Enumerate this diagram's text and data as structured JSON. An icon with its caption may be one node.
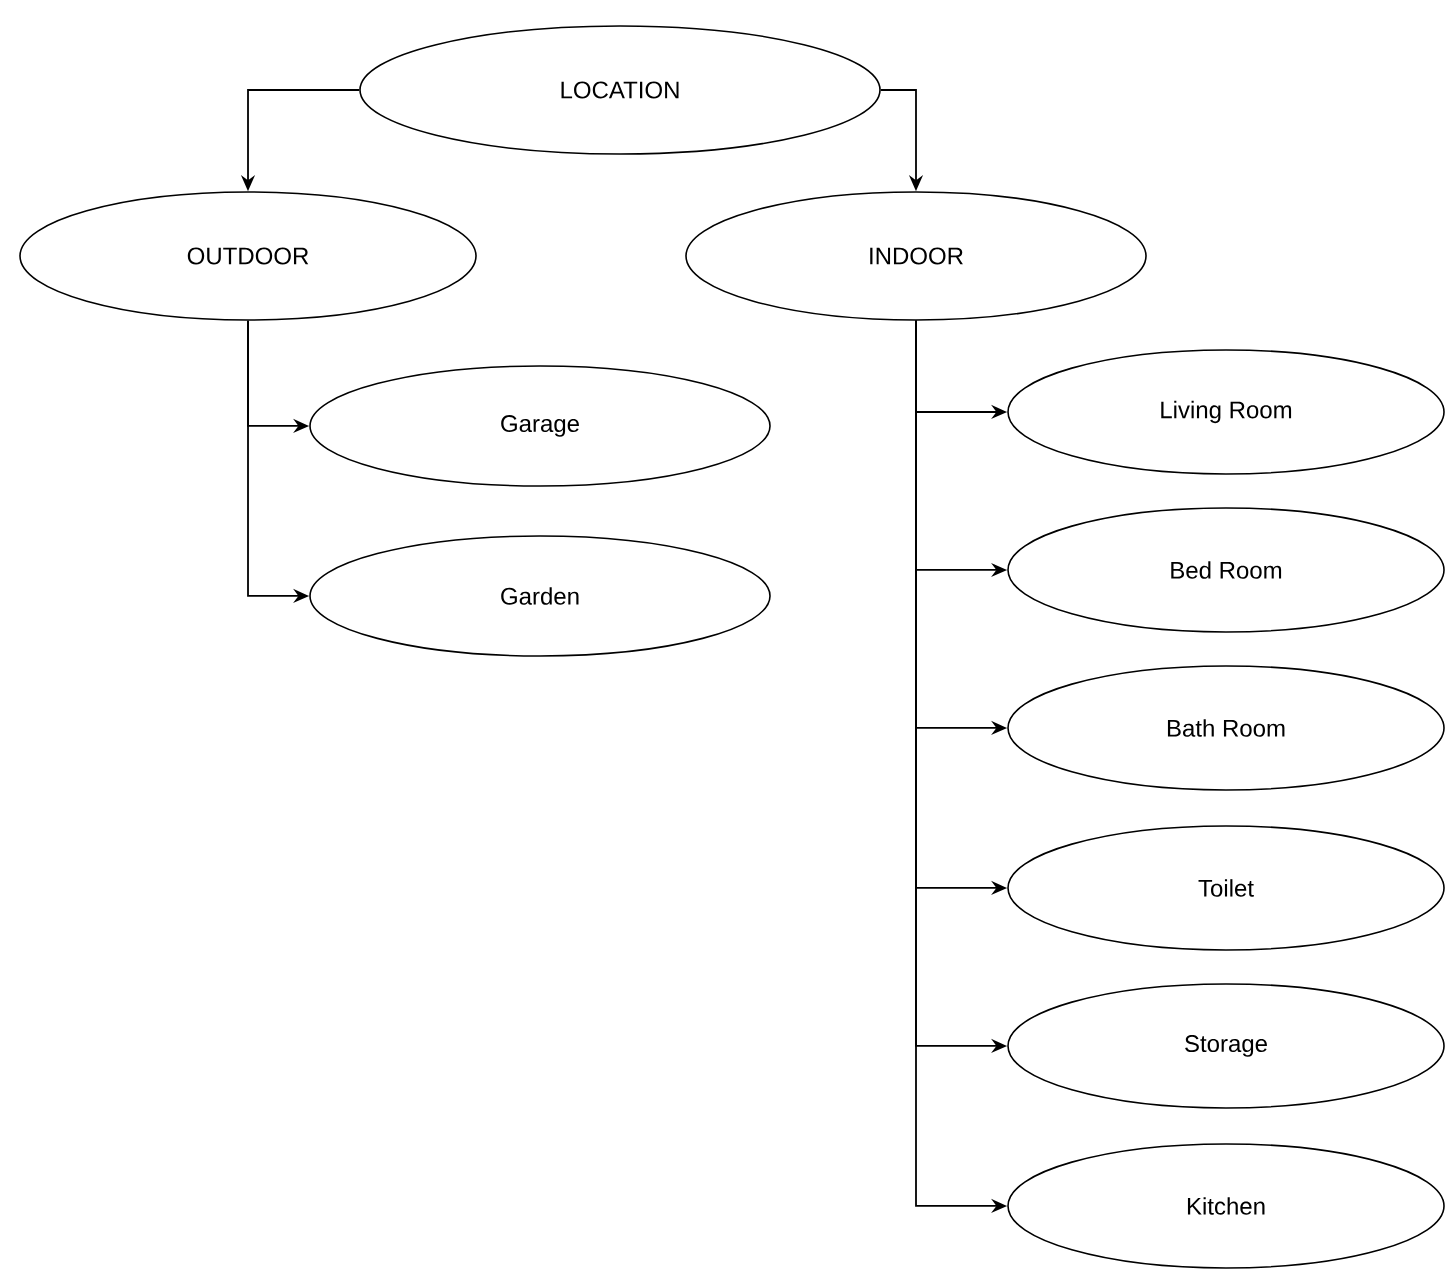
{
  "diagram": {
    "nodes": [
      {
        "text": [
          "LOCATION"
        ]
      },
      {
        "text": [
          "OUTDOOR"
        ]
      },
      {
        "text": [
          "INDOOR"
        ]
      },
      {
        "text": [
          "Garage"
        ]
      },
      {
        "text": [
          "Garden"
        ]
      },
      {
        "text": [
          "Living Room"
        ]
      },
      {
        "text": [
          "Bed Room"
        ]
      },
      {
        "text": [
          "Bath Room"
        ]
      },
      {
        "text": [
          "Toilet"
        ]
      },
      {
        "text": [
          "Storage"
        ]
      },
      {
        "text": [
          "Kitchen"
        ]
      }
    ],
    "edges": [
      {
        "from": 0,
        "to": 1,
        "arrow": "to"
      },
      {
        "from": 0,
        "to": 2,
        "arrow": "to"
      },
      {
        "from": 1,
        "to": 3,
        "arrow": "to"
      },
      {
        "from": 1,
        "to": 4,
        "arrow": "to"
      },
      {
        "from": 2,
        "to": 5,
        "arrow": "to"
      },
      {
        "from": 2,
        "to": 6,
        "arrow": "to"
      },
      {
        "from": 2,
        "to": 7,
        "arrow": "to"
      },
      {
        "from": 2,
        "to": 8,
        "arrow": "to"
      },
      {
        "from": 2,
        "to": 9,
        "arrow": "to"
      },
      {
        "from": 2,
        "to": 10,
        "arrow": "to"
      }
    ]
  }
}
